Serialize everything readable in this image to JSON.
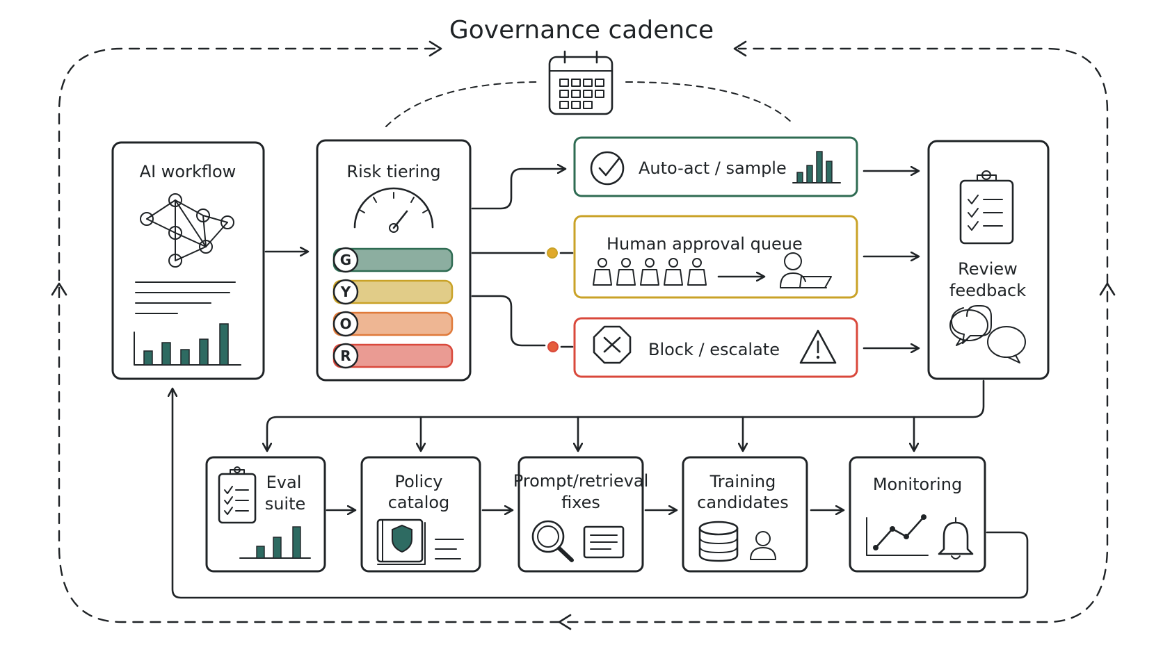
{
  "title": "Governance cadence",
  "colors": {
    "ink": "#1f2326",
    "green": "#2e6b52",
    "yellow": "#c9a227",
    "orange": "#e07a3a",
    "red": "#d9483b",
    "teal_bars": "#2e6b62"
  },
  "top_nodes": {
    "ai_workflow": {
      "label": "AI workflow",
      "icons": [
        "network-graph-icon",
        "text-lines-icon",
        "bar-chart-icon"
      ]
    },
    "risk_tiering": {
      "label": "Risk tiering",
      "icon": "gauge-icon",
      "tiers": [
        {
          "letter": "G",
          "color": "#2e6b52"
        },
        {
          "letter": "Y",
          "color": "#c9a227"
        },
        {
          "letter": "O",
          "color": "#e07a3a"
        },
        {
          "letter": "R",
          "color": "#d9483b"
        }
      ]
    },
    "review_feedback": {
      "line1": "Review",
      "line2": "feedback",
      "icons": [
        "clipboard-check-icon",
        "speech-bubbles-icon"
      ]
    }
  },
  "routes": [
    {
      "id": "auto",
      "label": "Auto-act / sample",
      "color": "#2e6b52",
      "icons": [
        "check-circle-icon",
        "bar-chart-icon"
      ]
    },
    {
      "id": "human",
      "label": "Human approval queue",
      "color": "#c9a227",
      "icons": [
        "people-queue-icon",
        "reviewer-laptop-icon"
      ]
    },
    {
      "id": "block",
      "label": "Block / escalate",
      "color": "#d9483b",
      "icons": [
        "stop-octagon-icon",
        "warning-triangle-icon"
      ]
    }
  ],
  "bottom_nodes": [
    {
      "id": "eval",
      "line1": "Eval",
      "line2": "suite",
      "icons": [
        "clipboard-check-icon",
        "bar-chart-icon"
      ]
    },
    {
      "id": "policy",
      "line1": "Policy",
      "line2": "catalog",
      "icons": [
        "shield-book-icon",
        "text-lines-icon"
      ]
    },
    {
      "id": "prompt",
      "line1": "Prompt/retrieval",
      "line2": "fixes",
      "icons": [
        "magnifier-icon",
        "document-icon"
      ]
    },
    {
      "id": "training",
      "line1": "Training",
      "line2": "candidates",
      "icons": [
        "database-icon",
        "person-icon"
      ]
    },
    {
      "id": "monitoring",
      "line1": "Monitoring",
      "line2": "",
      "icons": [
        "line-chart-icon",
        "bell-icon"
      ]
    }
  ]
}
